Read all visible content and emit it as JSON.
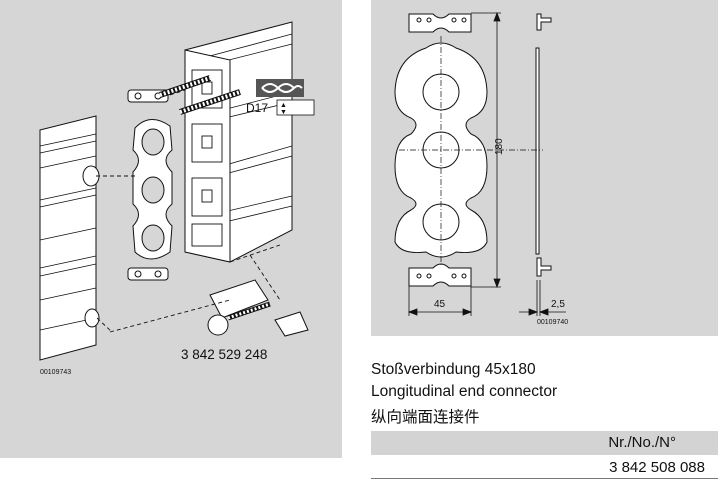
{
  "left_figure": {
    "callout_label": "D17",
    "part_number": "3 842 529 248",
    "drawing_code": "00109743"
  },
  "right_figure": {
    "dim_height": "180",
    "dim_width": "45",
    "dim_thickness": "2,5",
    "drawing_code": "00109740"
  },
  "product": {
    "title_de": "Stoßverbindung 45x180",
    "title_en": "Longitudinal end connector",
    "title_zh": "纵向端面连接件"
  },
  "table": {
    "header": "Nr./No./N°",
    "value": "3 842 508 088"
  },
  "colors": {
    "panel": "#d6d6d6",
    "line": "#111111"
  }
}
